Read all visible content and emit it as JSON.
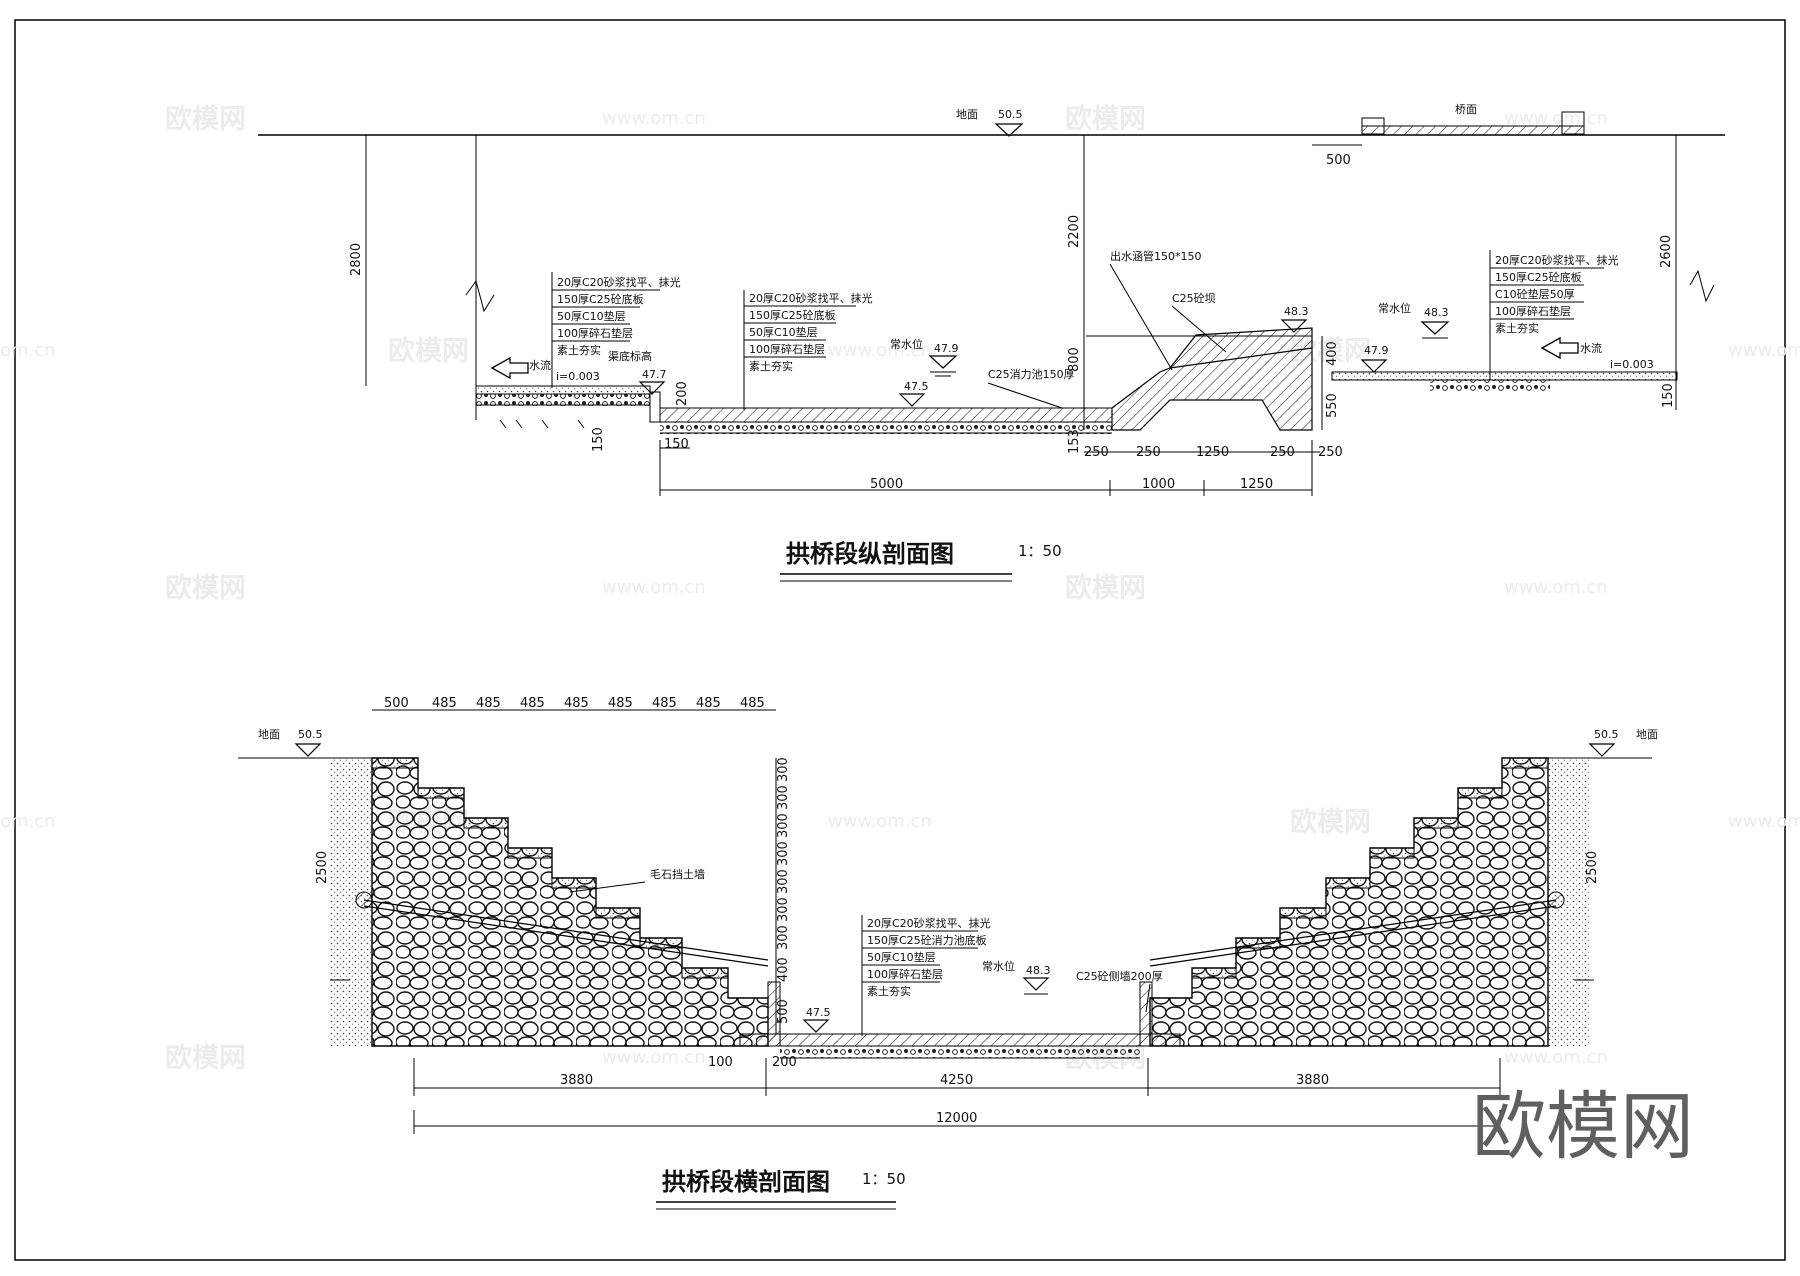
{
  "longitudinal": {
    "title": "拱桥段纵剖面图",
    "scale": "1：50",
    "ground_label": "地面",
    "ground_level": "50.5",
    "bridge_label": "桥面",
    "flow_left": "水流",
    "flow_right": "水流",
    "slope_left": "i=0.003",
    "slope_right": "i=0.003",
    "channel_bottom_label": "渠底标高",
    "level_47_7": "47.7",
    "level_47_5": "47.5",
    "level_47_9_left": "47.9",
    "level_47_9_right": "47.9",
    "level_48_3_dam": "48.3",
    "level_48_3_right": "48.3",
    "normal_water_left": "常水位",
    "normal_water_right": "常水位",
    "outlet_pipe": "出水涵管150*150",
    "dam_label": "C25砼坝",
    "pool_label": "C25消力池150厚",
    "layers_left": [
      "20厚C20砂浆找平、抹光",
      "150厚C25砼底板",
      "50厚C10垫层",
      "100厚碎石垫层",
      "素土夯实"
    ],
    "layers_mid": [
      "20厚C20砂浆找平、抹光",
      "150厚C25砼底板",
      "50厚C10垫层",
      "100厚碎石垫层",
      "素土夯实"
    ],
    "layers_right": [
      "20厚C20砂浆找平、抹光",
      "150厚C25砼底板",
      "C10砼垫层50厚",
      "100厚碎石垫层",
      "素土夯实"
    ],
    "dims": {
      "d2800": "2800",
      "d2200": "2200",
      "d2600": "2600",
      "d500": "500",
      "d800": "800",
      "d400": "400",
      "d550": "550",
      "d150r": "150",
      "d200": "200",
      "d150b": "150",
      "d150l": "150",
      "d153": "153",
      "d250a": "250",
      "d250b": "250",
      "d1250a": "1250",
      "d250c": "250",
      "d250d": "250",
      "d5000": "5000",
      "d1000": "1000",
      "d1250b": "1250"
    }
  },
  "cross": {
    "title": "拱桥段横剖面图",
    "scale": "1：50",
    "ground_left": "地面",
    "ground_right": "地面",
    "level_left": "50.5",
    "level_right": "50.5",
    "wall_label": "毛石挡土墙",
    "side_wall_label": "C25砼侧墙200厚",
    "normal_water": "常水位",
    "level_48_3": "48.3",
    "level_47_5": "47.5",
    "layers": [
      "20厚C20砂浆找平、抹光",
      "150厚C25砼消力池底板",
      "50厚C10垫层",
      "100厚碎石垫层",
      "素土夯实"
    ],
    "top_dims": [
      "500",
      "485",
      "485",
      "485",
      "485",
      "485",
      "485",
      "485",
      "485"
    ],
    "vert_dims": [
      "300",
      "300",
      "300",
      "300",
      "300",
      "300",
      "300",
      "400",
      "500"
    ],
    "dims": {
      "h2500l": "2500",
      "h2500r": "2500",
      "d100": "100",
      "d200": "200",
      "d3880l": "3880",
      "d4250": "4250",
      "d3880r": "3880",
      "d12000": "12000"
    }
  },
  "watermarks": {
    "brand": "欧模网",
    "url": "www.om.cn",
    "url_partial": "om.cn"
  }
}
